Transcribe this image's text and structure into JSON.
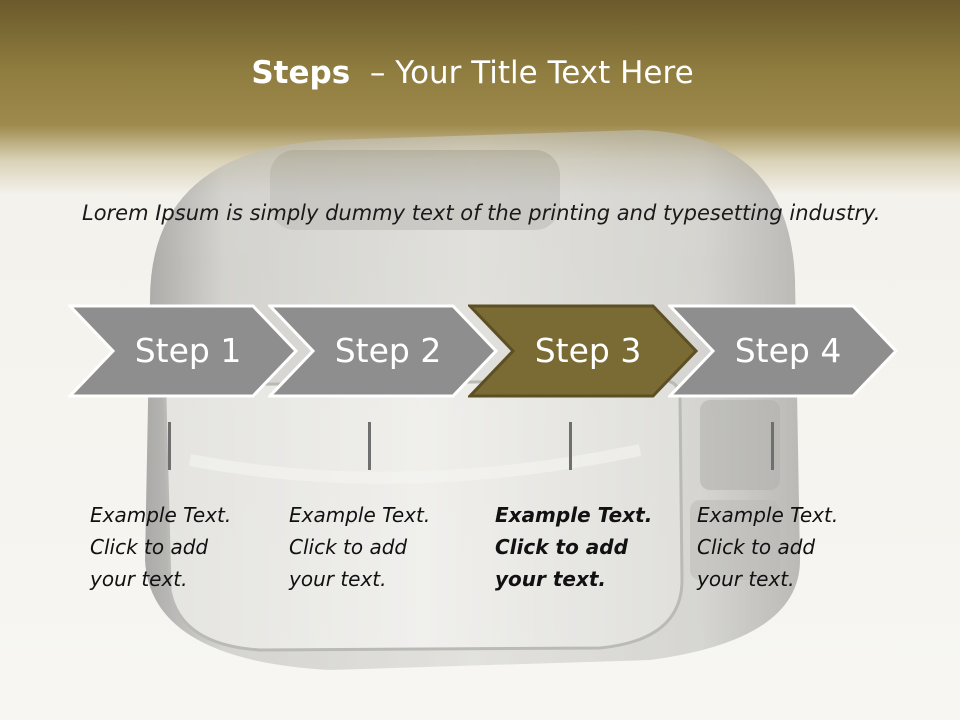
{
  "title": {
    "bold": "Steps",
    "rest": "– Your Title Text Here"
  },
  "intro": "Lorem Ipsum is simply dummy text of the printing and typesetting industry.",
  "colors": {
    "accent": "#7a6a34",
    "step_default": "#8e8e8e",
    "outline": "#ffffff"
  },
  "steps": [
    {
      "label": "Step 1",
      "active": false,
      "note": [
        "Example Text.",
        "Click  to add",
        "your text."
      ]
    },
    {
      "label": "Step 2",
      "active": false,
      "note": [
        "Example Text.",
        "Click  to add",
        "your text."
      ]
    },
    {
      "label": "Step 3",
      "active": true,
      "note": [
        "Example Text.",
        "Click  to add",
        "your text."
      ]
    },
    {
      "label": "Step 4",
      "active": false,
      "note": [
        "Example Text.",
        "Click  to add",
        "your text."
      ]
    }
  ]
}
